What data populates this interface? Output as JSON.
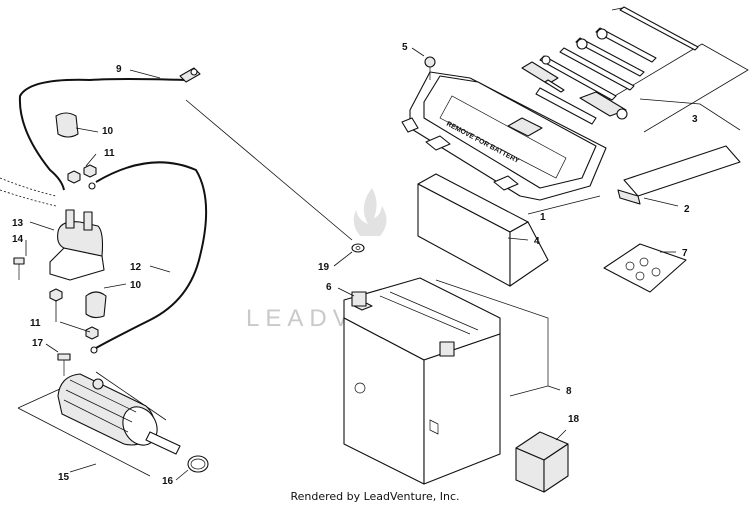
{
  "callouts": [
    "1",
    "2",
    "3",
    "4",
    "5",
    "6",
    "7",
    "8",
    "9",
    "10",
    "10",
    "11",
    "11",
    "12",
    "13",
    "14",
    "15",
    "16",
    "17",
    "18",
    "19"
  ],
  "tray_label": "REMOVE FOR BATTERY",
  "watermark": "LEADVENTURE",
  "credit": "Rendered by LeadVenture, Inc."
}
